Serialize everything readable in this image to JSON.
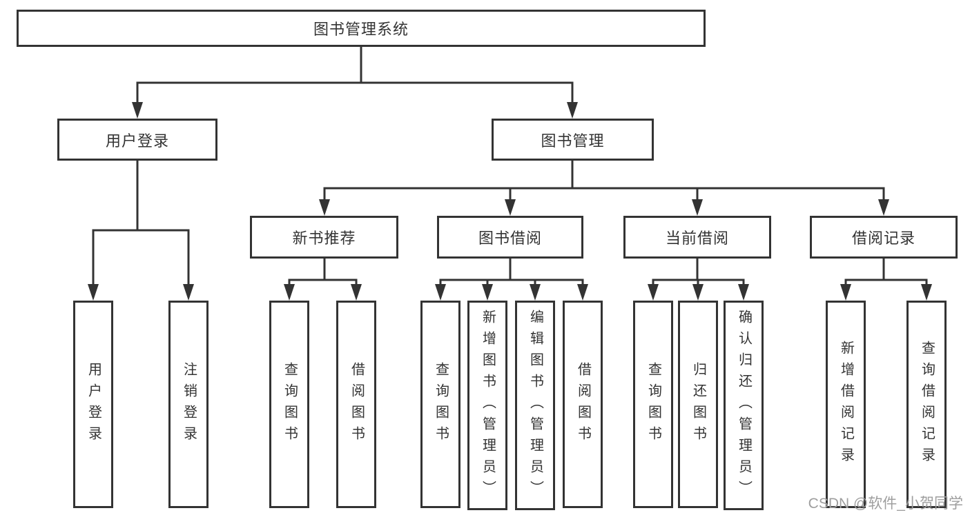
{
  "diagram": {
    "root": {
      "label": "图书管理系统",
      "children": [
        {
          "label": "用户登录",
          "children": [
            {
              "label": "用户登录"
            },
            {
              "label": "注销登录"
            }
          ]
        },
        {
          "label": "图书管理",
          "children": [
            {
              "label": "新书推荐",
              "children": [
                {
                  "label": "查询图书"
                },
                {
                  "label": "借阅图书"
                }
              ]
            },
            {
              "label": "图书借阅",
              "children": [
                {
                  "label": "查询图书"
                },
                {
                  "label": "新增图书（管理员）"
                },
                {
                  "label": "编辑图书（管理员）"
                },
                {
                  "label": "借阅图书"
                }
              ]
            },
            {
              "label": "当前借阅",
              "children": [
                {
                  "label": "查询图书"
                },
                {
                  "label": "归还图书"
                },
                {
                  "label": "确认归还（管理员）"
                }
              ]
            },
            {
              "label": "借阅记录",
              "children": [
                {
                  "label": "新增借阅记录"
                },
                {
                  "label": "查询借阅记录"
                }
              ]
            }
          ]
        }
      ]
    }
  },
  "watermark": {
    "text": "CSDN @软件_小贺同学"
  },
  "colors": {
    "line": "#333333",
    "text": "#333333",
    "box_background": "#ffffff",
    "page_background": "#ffffff",
    "watermark_text": "#9e9e9e"
  }
}
